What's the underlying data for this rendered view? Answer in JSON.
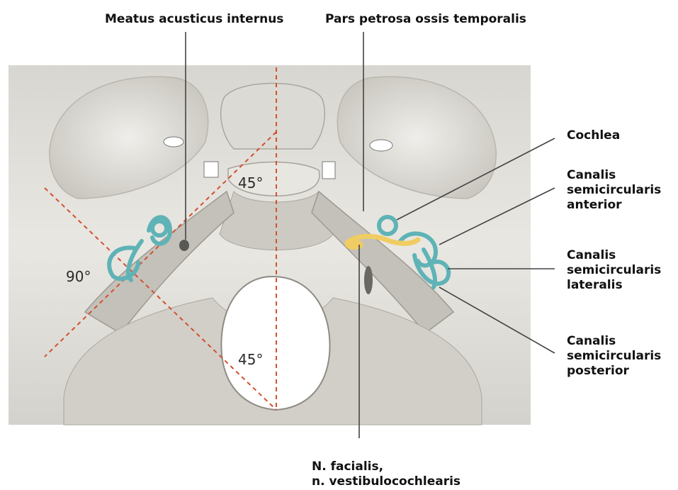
{
  "labels": {
    "meatus": "Meatus acusticus internus",
    "pars_petrosa": "Pars petrosa ossis temporalis",
    "cochlea": "Cochlea",
    "canalis_anterior": [
      "Canalis",
      "semicircularis",
      "anterior"
    ],
    "canalis_lateralis": [
      "Canalis",
      "semicircularis",
      "lateralis"
    ],
    "canalis_posterior": [
      "Canalis",
      "semicircularis",
      "posterior"
    ],
    "nerves": [
      "N. facialis,",
      "n. vestibulocochlearis"
    ]
  },
  "angles": {
    "top": "45°",
    "left": "90°",
    "bottom": "45°"
  },
  "colors": {
    "bone": "#e4e2dd",
    "bone_shadow": "#bcb9b2",
    "dashed_line": "#d2502f",
    "labyrinth": "#5fb3b6",
    "nerve": "#f0cd62",
    "leader_line": "#444444"
  }
}
